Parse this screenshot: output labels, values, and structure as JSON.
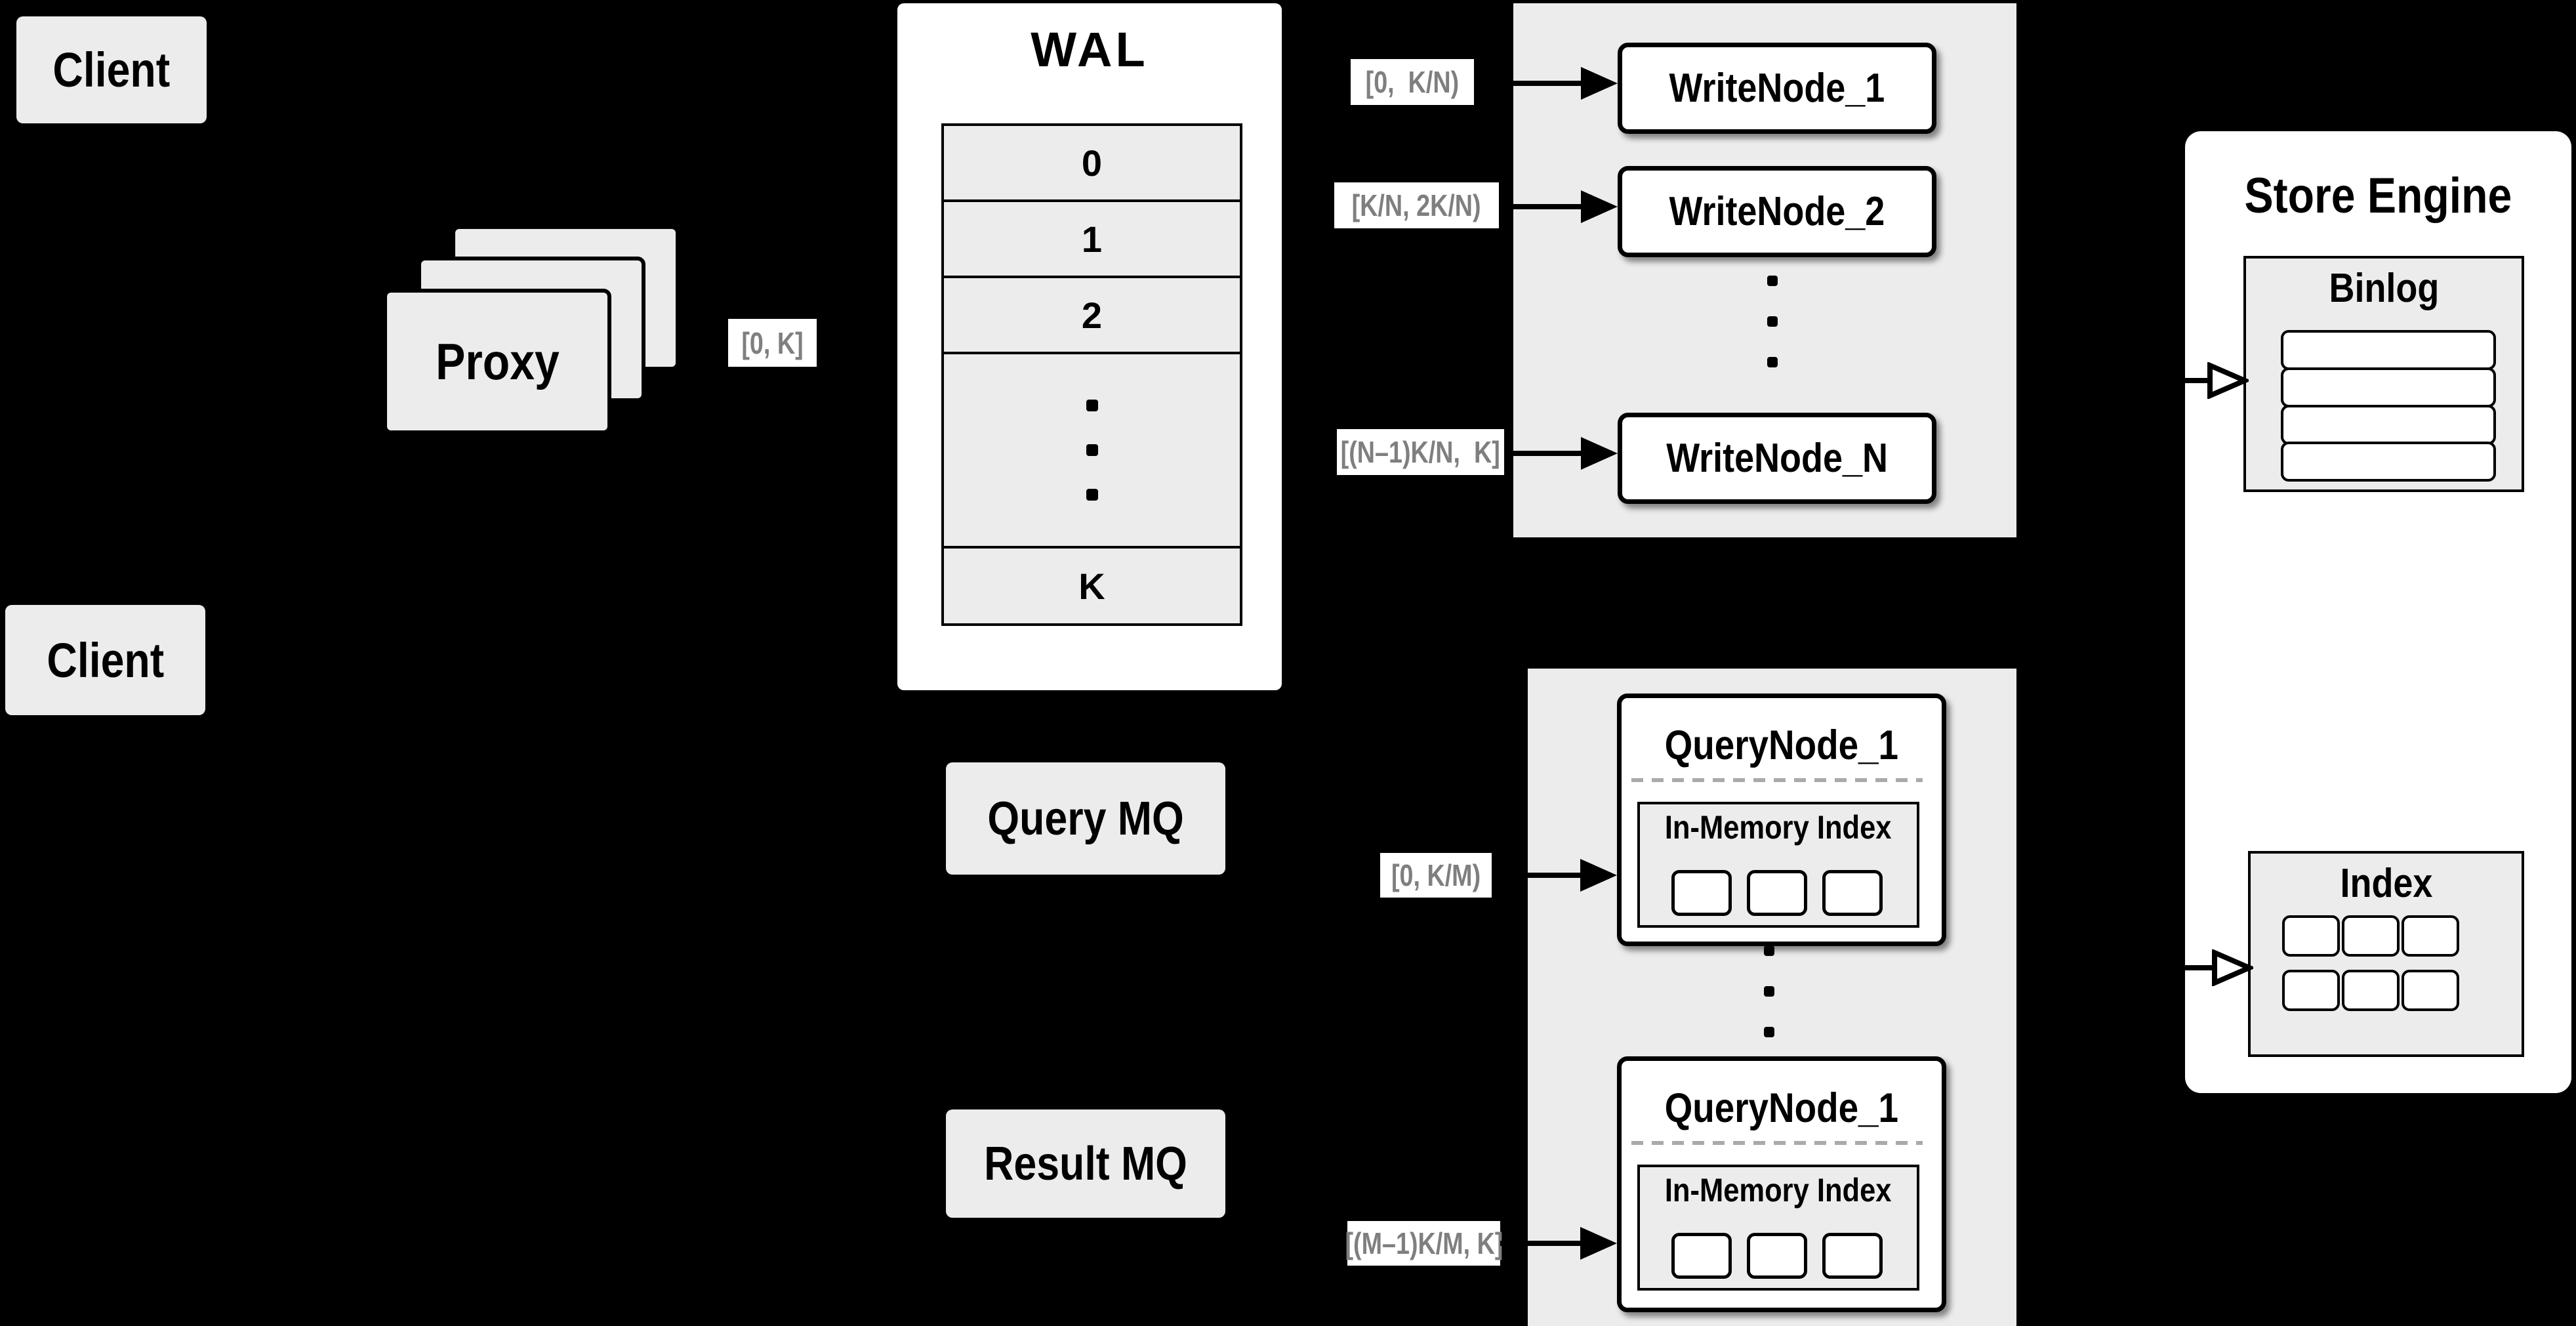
{
  "colors": {
    "background": "#000000",
    "panel_gray": "#ececec",
    "panel_white": "#ffffff",
    "line_black": "#000000",
    "range_text": "#7f7f7f",
    "divider_gray": "#aaaaaa"
  },
  "clients": {
    "top": "Client",
    "bottom": "Client"
  },
  "proxy": {
    "label": "Proxy",
    "range": "[0, K]"
  },
  "wal": {
    "title": "WAL",
    "segments": [
      "0",
      "1",
      "2"
    ],
    "last_segment": "K",
    "has_ellipsis_row": true
  },
  "write_section": {
    "nodes": [
      {
        "range": "[0,  K/N)",
        "label": "WriteNode_1"
      },
      {
        "range": "[K/N, 2K/N)",
        "label": "WriteNode_2"
      },
      {
        "range": "[(N–1)K/N,  K]",
        "label": "WriteNode_N"
      }
    ]
  },
  "mq": {
    "query": "Query MQ",
    "result": "Result MQ"
  },
  "query_section": {
    "nodes": [
      {
        "range": "[0, K/M)",
        "label": "QueryNode_1",
        "memory_label": "In-Memory Index",
        "segment_squares": 3
      },
      {
        "range": "[(M–1)K/M, K]",
        "label": "QueryNode_1",
        "memory_label": "In-Memory Index",
        "segment_squares": 3
      }
    ]
  },
  "store_engine": {
    "title": "Store Engine",
    "binlog": {
      "label": "Binlog",
      "bar_count": 4
    },
    "index": {
      "label": "Index",
      "square_count": 6
    }
  }
}
